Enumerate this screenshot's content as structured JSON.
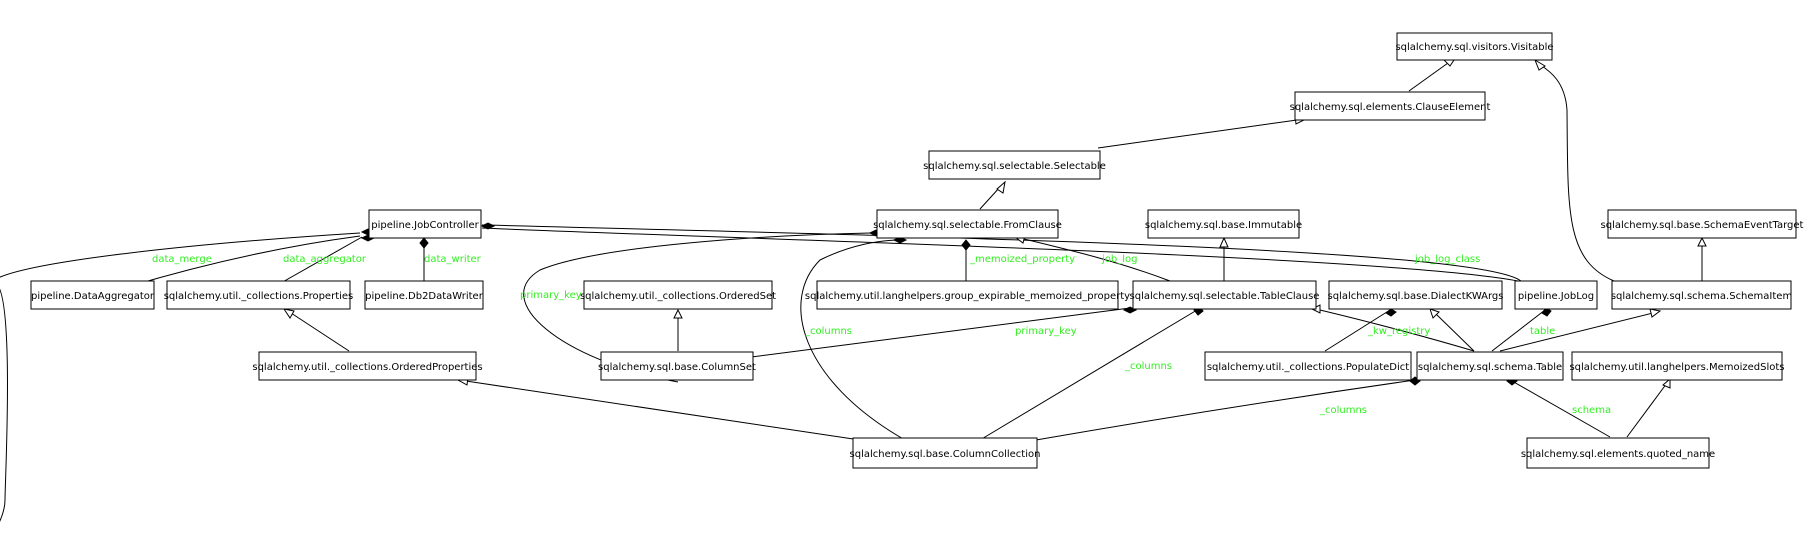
{
  "nodes": {
    "visitable": "sqlalchemy.sql.visitors.Visitable",
    "clauseelement": "sqlalchemy.sql.elements.ClauseElement",
    "selectable": "sqlalchemy.sql.selectable.Selectable",
    "jobcontroller": "pipeline.JobController",
    "fromclause": "sqlalchemy.sql.selectable.FromClause",
    "immutable": "sqlalchemy.sql.base.Immutable",
    "schemaeventtarget": "sqlalchemy.sql.base.SchemaEventTarget",
    "dataaggregator": "pipeline.DataAggregator",
    "properties": "sqlalchemy.util._collections.Properties",
    "db2datawriter": "pipeline.Db2DataWriter",
    "orderedset": "sqlalchemy.util._collections.OrderedSet",
    "gemp": "sqlalchemy.util.langhelpers.group_expirable_memoized_property",
    "tableclause": "sqlalchemy.sql.selectable.TableClause",
    "dialectkwargs": "sqlalchemy.sql.base.DialectKWArgs",
    "joblog": "pipeline.JobLog",
    "schemaitem": "sqlalchemy.sql.schema.SchemaItem",
    "orderedproperties": "sqlalchemy.util._collections.OrderedProperties",
    "columnset": "sqlalchemy.sql.base.ColumnSet",
    "populatedict": "sqlalchemy.util._collections.PopulateDict",
    "schematable": "sqlalchemy.sql.schema.Table",
    "memoizedslots": "sqlalchemy.util.langhelpers.MemoizedSlots",
    "columncollection": "sqlalchemy.sql.base.ColumnCollection",
    "quotedname": "sqlalchemy.sql.elements.quoted_name"
  },
  "edge_labels": {
    "data_merge": "data_merge",
    "data_aggregator": "data_aggregator",
    "data_writer": "data_writer",
    "primary_key_1": "primary_key",
    "memoized_property": "_memoized_property",
    "job_log": "job_log",
    "job_log_class": "job_log_class",
    "columns_1": "_columns",
    "primary_key_2": "primary_key",
    "columns_2": "_columns",
    "kw_registry": "_kw_registry",
    "table": "table",
    "columns_3": "_columns",
    "schema": "schema"
  },
  "colors": {
    "edge_label": "#33ee22",
    "stroke": "#000000",
    "background": "#ffffff"
  }
}
